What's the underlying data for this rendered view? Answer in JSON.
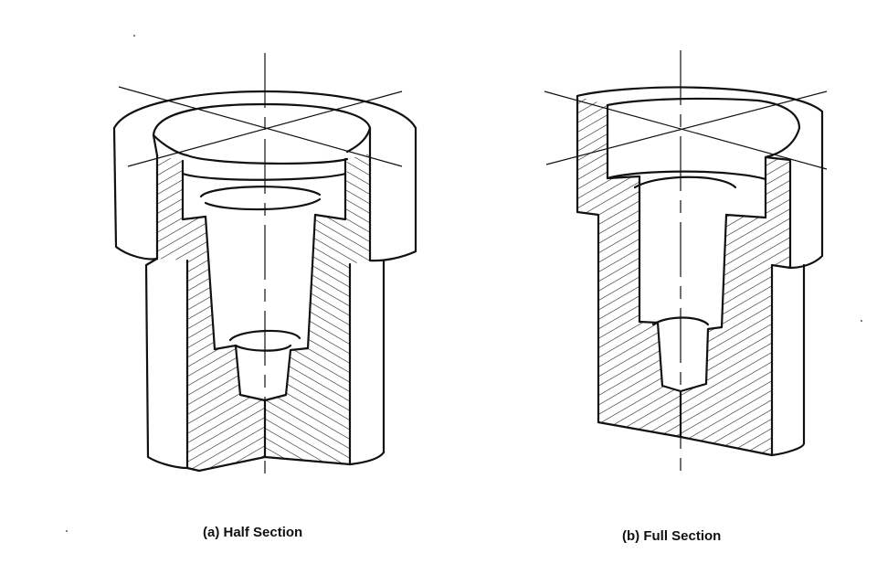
{
  "figures": [
    {
      "id": "a",
      "caption": "(a) Half Section"
    },
    {
      "id": "b",
      "caption": "(b) Full Section"
    }
  ],
  "colors": {
    "ink": "#111111",
    "paper": "#ffffff"
  }
}
